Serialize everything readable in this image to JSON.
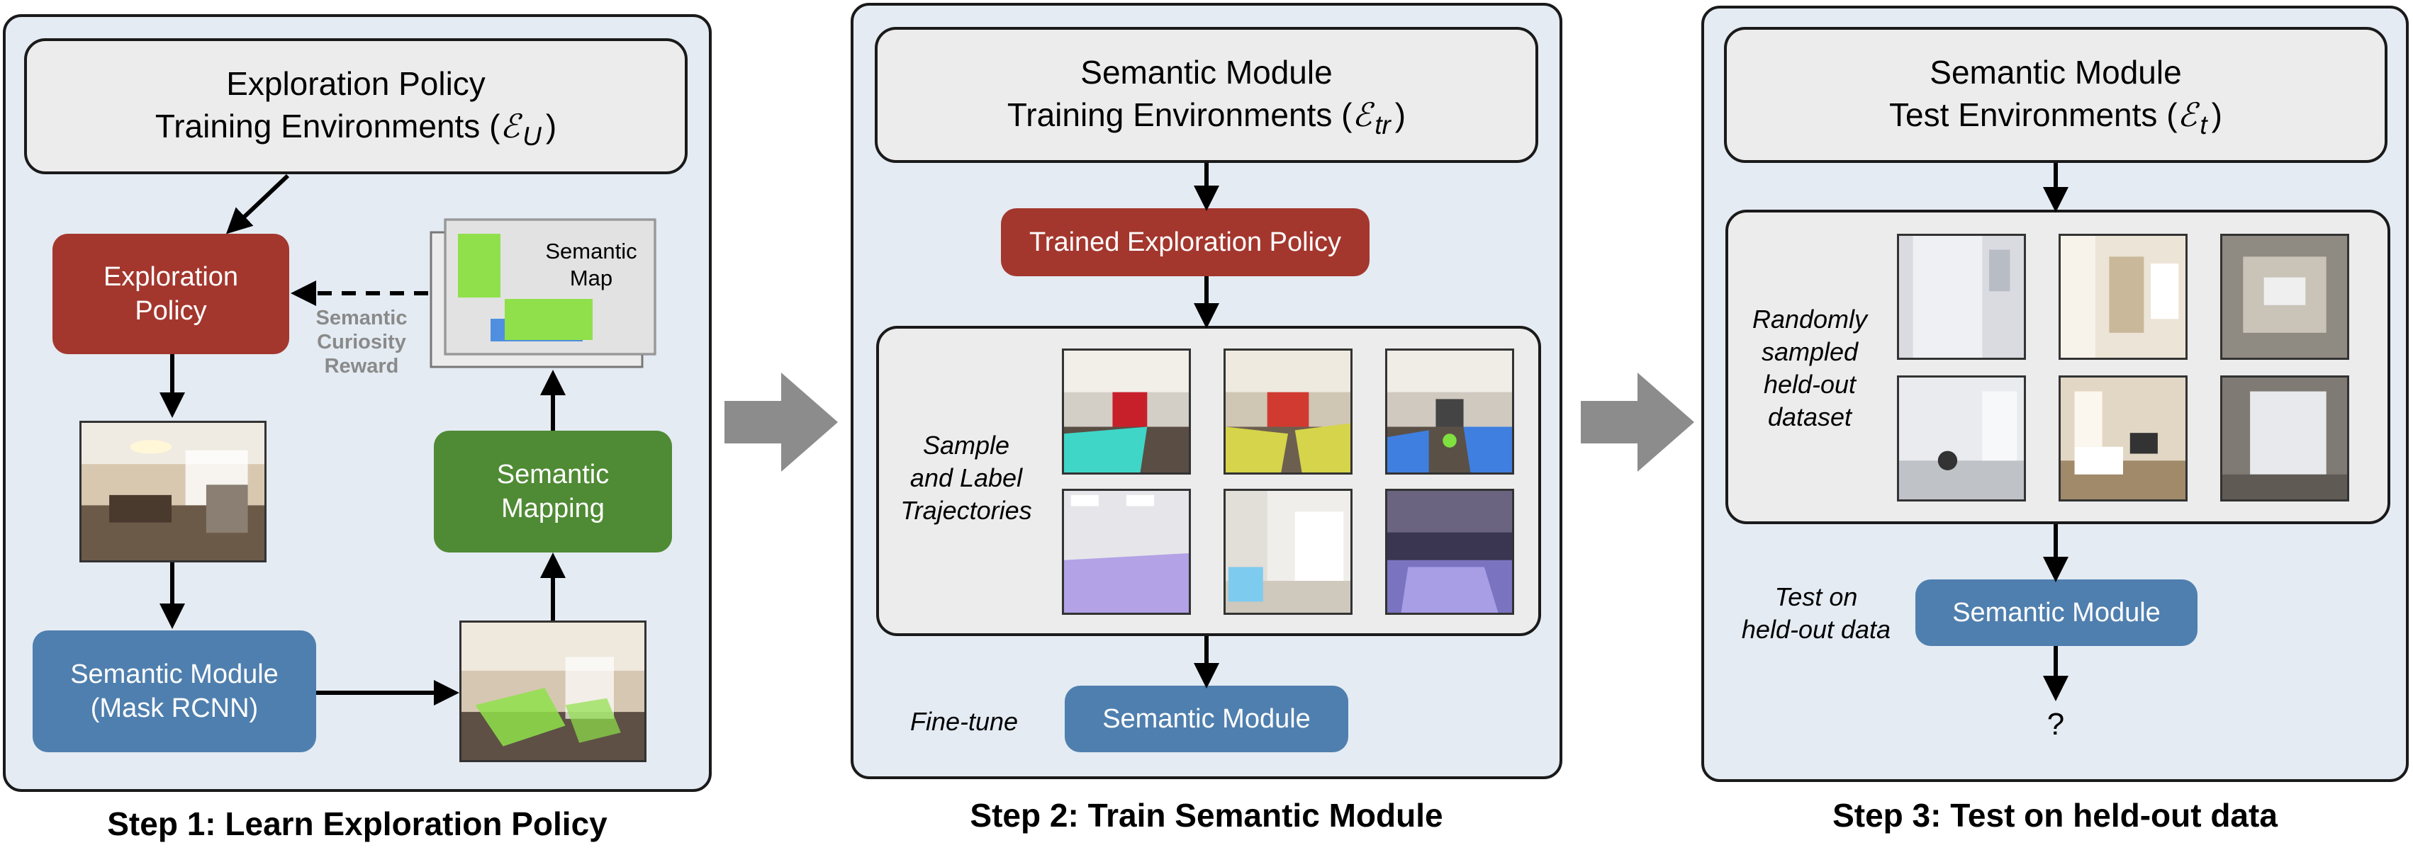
{
  "step1": {
    "env_line1": "Exploration Policy",
    "env_line2": "Training Environments (",
    "env_symbol": "ℰ",
    "env_sub": "U",
    "env_close": ")",
    "policy_line1": "Exploration",
    "policy_line2": "Policy",
    "reward_line1": "Semantic",
    "reward_line2": "Curiosity",
    "reward_line3": "Reward",
    "map_line1": "Semantic",
    "map_line2": "Map",
    "mapping_line1": "Semantic",
    "mapping_line2": "Mapping",
    "module_line1": "Semantic Module",
    "module_line2": "(Mask RCNN)",
    "caption": "Step 1: Learn Exploration Policy"
  },
  "step2": {
    "env_line1": "Semantic Module",
    "env_line2": "Training Environments (",
    "env_symbol": "ℰ",
    "env_sub": "tr",
    "env_close": ")",
    "policy_label": "Trained Exploration Policy",
    "sample_line1": "Sample",
    "sample_line2": "and Label",
    "sample_line3": "Trajectories",
    "finetune_label": "Fine-tune",
    "module_label": "Semantic Module",
    "caption": "Step 2: Train Semantic Module"
  },
  "step3": {
    "env_line1": "Semantic Module",
    "env_line2": "Test Environments (",
    "env_symbol": "ℰ",
    "env_sub": "t",
    "env_close": ")",
    "random_line1": "Randomly",
    "random_line2": "sampled",
    "random_line3": "held-out",
    "random_line4": "dataset",
    "test_line1": "Test on",
    "test_line2": "held-out data",
    "module_label": "Semantic Module",
    "result_label": "?",
    "caption": "Step 3: Test on held-out data"
  },
  "colors": {
    "panel_bg": "#e4ebf3",
    "policy_red": "#a3372e",
    "mapping_green": "#4f8a34",
    "module_blue": "#4f7fae",
    "env_grey": "#ececec",
    "stage_arrow_grey": "#8c8c8c"
  }
}
